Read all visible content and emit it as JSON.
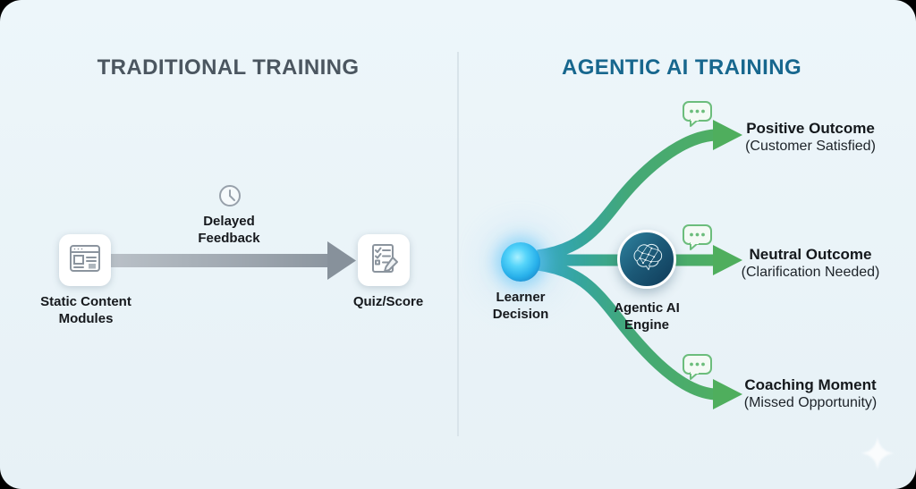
{
  "left_panel": {
    "title": "TRADITIONAL TRAINING",
    "nodes": {
      "static_content": {
        "line1": "Static Content",
        "line2": "Modules",
        "icon": "webpage-icon"
      },
      "delayed_feedback": {
        "line1": "Delayed",
        "line2": "Feedback",
        "icon": "clock-icon"
      },
      "quiz_score": {
        "label": "Quiz/Score",
        "icon": "checklist-pencil-icon"
      }
    }
  },
  "right_panel": {
    "title": "AGENTIC AI TRAINING",
    "nodes": {
      "learner_decision": {
        "line1": "Learner",
        "line2": "Decision",
        "icon": "glowing-orb-icon"
      },
      "agentic_ai_engine": {
        "line1": "Agentic AI",
        "line2": "Engine",
        "icon": "neural-brain-icon"
      }
    },
    "outcomes": [
      {
        "title": "Positive Outcome",
        "subtitle": "(Customer Satisfied)",
        "marker": "speech-bubble-dots-icon"
      },
      {
        "title": "Neutral Outcome",
        "subtitle": "(Clarification Needed)",
        "marker": "speech-bubble-dots-icon"
      },
      {
        "title": "Coaching Moment",
        "subtitle": "(Missed Opportunity)",
        "marker": "speech-bubble-dots-icon"
      }
    ]
  },
  "watermark": {
    "icon": "sparkle-icon"
  },
  "colors": {
    "canvas_bg": "#e9f3f7",
    "outside_bg": "#000000",
    "left_title": "#4b5660",
    "right_title": "#17678e",
    "gray_arrow_start": "#bac1c8",
    "gray_arrow_end": "#86909a",
    "branch_teal": "#2aa3bf",
    "branch_green": "#4fae5d",
    "orb_blue": "#28b0ea",
    "engine_circle": "#1c5a78",
    "bubble_green": "#6cbd7c",
    "label_text": "#16191d",
    "divider": "#d9e4ea"
  }
}
